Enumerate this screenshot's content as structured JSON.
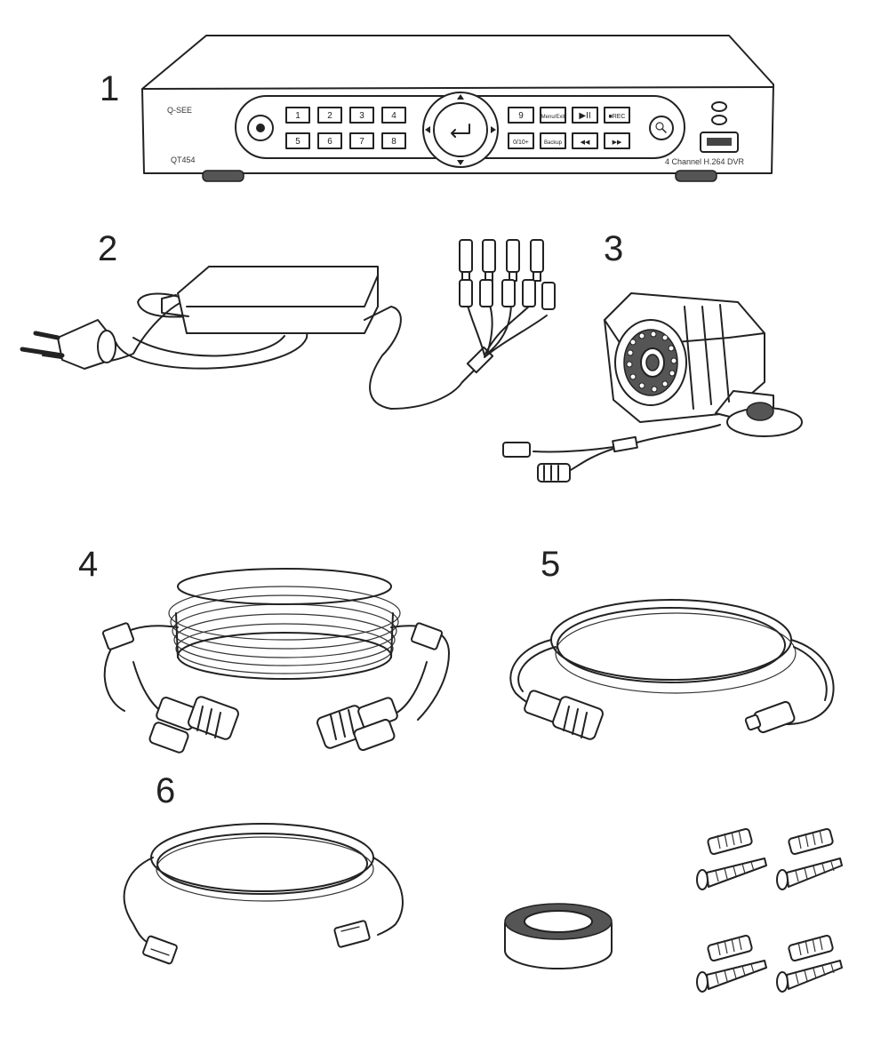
{
  "items": [
    {
      "number": "1",
      "name": "4-channel DVR"
    },
    {
      "number": "2",
      "name": "power adapter with splitter"
    },
    {
      "number": "3",
      "name": "bullet camera"
    },
    {
      "number": "4",
      "name": "BNC extension cable"
    },
    {
      "number": "5",
      "name": "BNC to RCA cable"
    },
    {
      "number": "6",
      "name": "network cable"
    }
  ],
  "dvr": {
    "brand": "Q-SEE",
    "model": "QT454",
    "caption": "4 Channel H.264 DVR",
    "keys_top": [
      "1",
      "2",
      "3",
      "4"
    ],
    "keys_bottom": [
      "5",
      "6",
      "7",
      "8"
    ],
    "keys_right_top": [
      "9",
      "Menu/Exit",
      "▶II",
      "■REC"
    ],
    "keys_right_bottom": [
      "0/10+",
      "Backup",
      "◀◀",
      "▶▶"
    ]
  },
  "colors": {
    "line": "#222222",
    "background": "#ffffff"
  }
}
